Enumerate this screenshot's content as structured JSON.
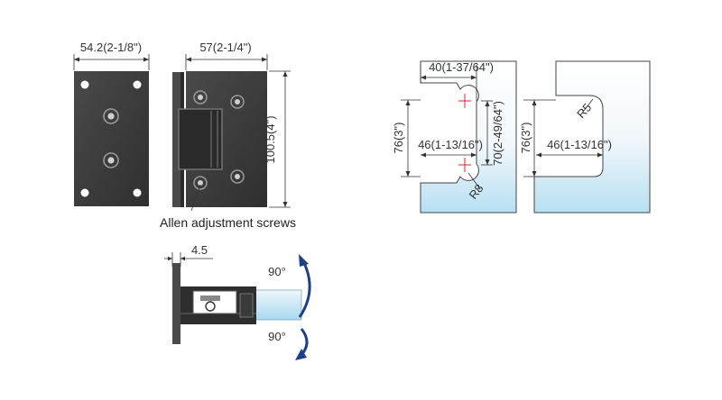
{
  "front_view": {
    "width_label": "54.2(2-1/8\")"
  },
  "side_view": {
    "width_label": "57(2-1/4\")",
    "height_label": "100.5(4\")",
    "note": "Allen adjustment screws"
  },
  "top_view": {
    "thickness_label": "4.5",
    "angle_top": "90°",
    "angle_bottom": "90°"
  },
  "glass_cutout_left": {
    "top_label": "40(1-37/64\")",
    "height_label": "76(3\")",
    "depth_label": "46(1-13/16\")",
    "inner_label": "70(2-49/64\")",
    "radius_label": "R8"
  },
  "glass_cutout_right": {
    "height_label": "76(3\")",
    "depth_label": "46(1-13/16\")",
    "radius_label": "R5"
  },
  "colors": {
    "plate": "#3a3a3a",
    "line": "#333333",
    "glass_light": "#f4f9fd",
    "glass_dark": "#b9e1f3",
    "arrow": "#1f3f86",
    "mark": "#e0242a"
  }
}
